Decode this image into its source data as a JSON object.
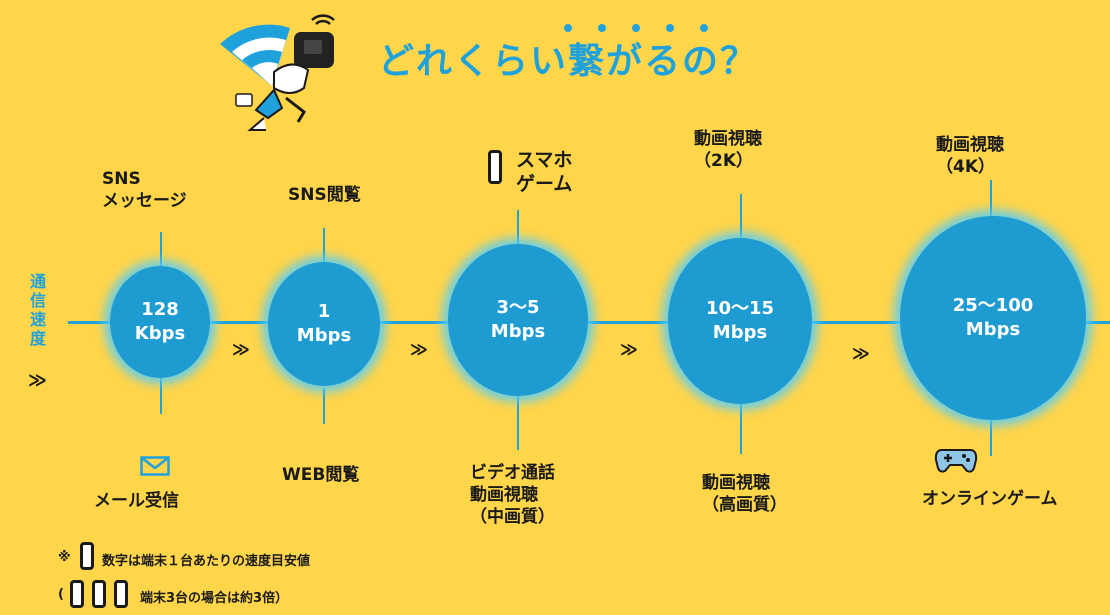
{
  "title": "どれくらい繋がるの？",
  "axis": {
    "label": "通信速度",
    "arrow": "≫"
  },
  "separator": "≫",
  "speeds": [
    {
      "value": "128",
      "unit": "Kbps",
      "top_label": [
        "SNS",
        "メッセージ"
      ],
      "bottom_label": [
        "メール受信"
      ]
    },
    {
      "value": "1",
      "unit": "Mbps",
      "top_label": [
        "SNS閲覧"
      ],
      "bottom_label": [
        "WEB閲覧"
      ]
    },
    {
      "value": "3～5",
      "unit": "Mbps",
      "top_label": [
        "スマホ",
        "ゲーム"
      ],
      "bottom_label": [
        "ビデオ通話",
        "動画視聴",
        "（中画質）"
      ]
    },
    {
      "value": "10～15",
      "unit": "Mbps",
      "top_label": [
        "動画視聴",
        "（2K）"
      ],
      "bottom_label": [
        "動画視聴",
        "（高画質）"
      ]
    },
    {
      "value": "25～100",
      "unit": "Mbps",
      "top_label": [
        "動画視聴",
        "（4K）"
      ],
      "bottom_label": [
        "オンラインゲーム"
      ]
    }
  ],
  "notes": {
    "line1_mark": "※",
    "line1": "数字は端末１台あたりの速度目安値",
    "line2_open": "(",
    "line2": "端末3台の場合は約3倍）"
  },
  "colors": {
    "background": "#FFD54A",
    "accent": "#1FA2DC",
    "circle": "#1E9BD0",
    "glow": "#50CDFF"
  },
  "icons": [
    "wifi-mascot-illustration",
    "smartphone-icon",
    "envelope-icon",
    "gamepad-icon"
  ]
}
